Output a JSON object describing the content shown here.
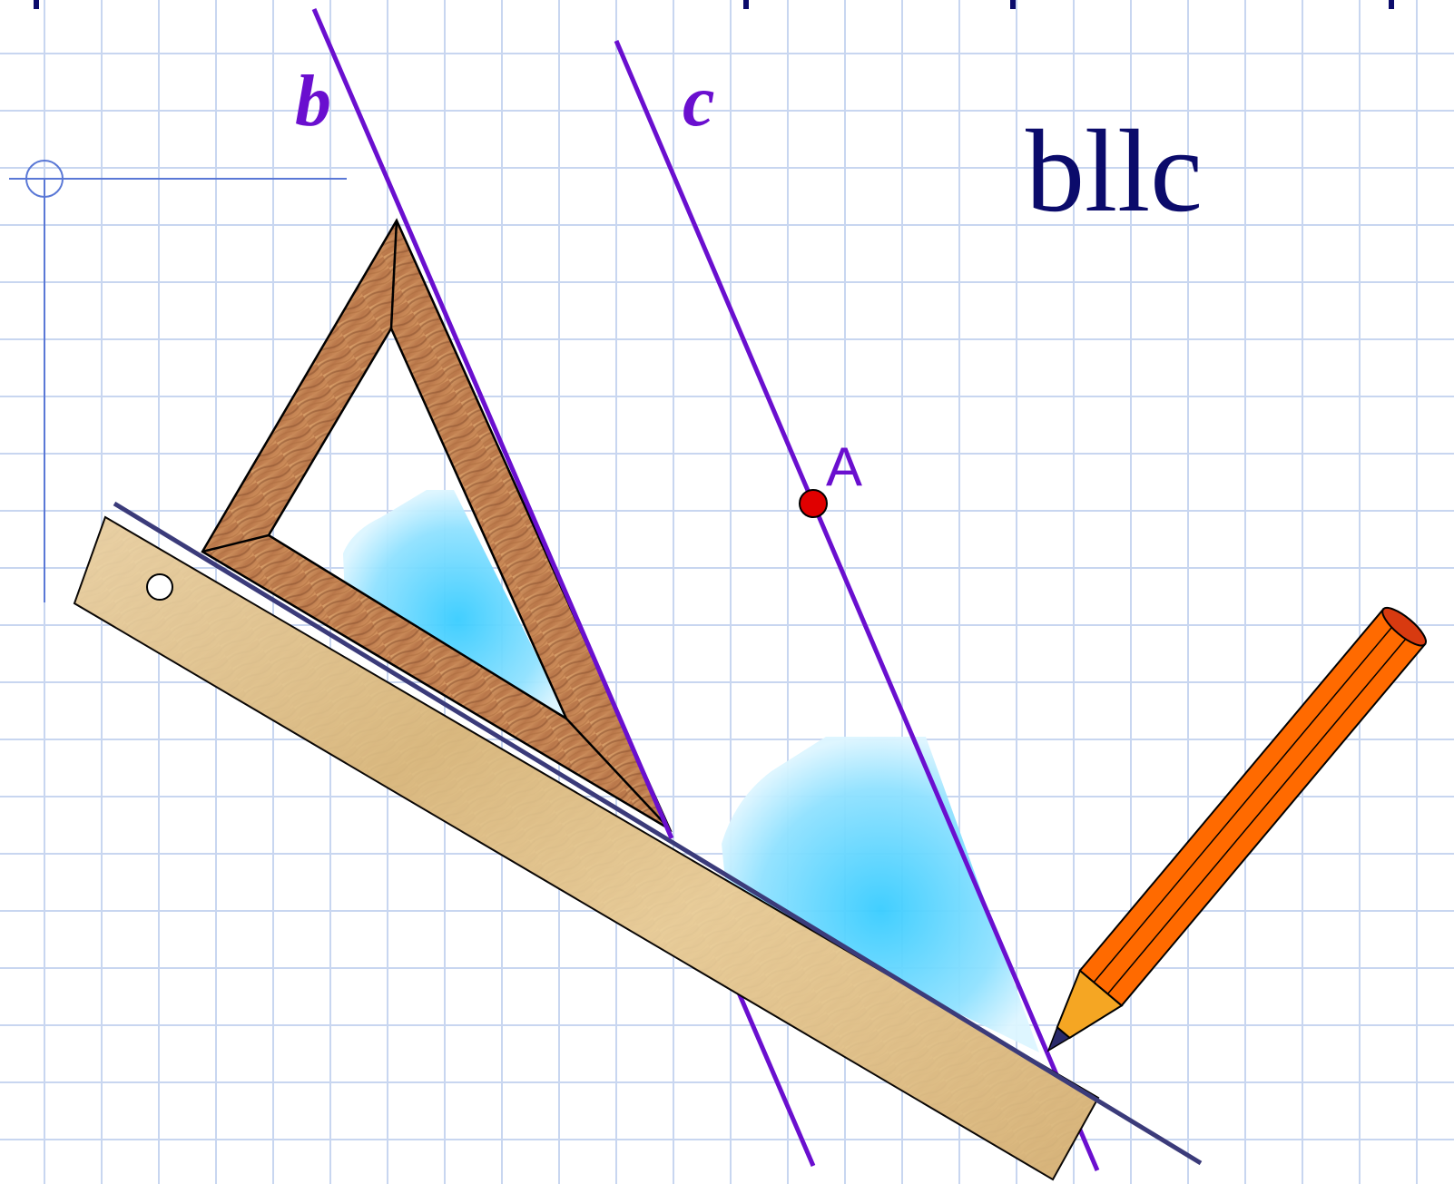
{
  "labels": {
    "line_b": "b",
    "line_c": "c",
    "point_a": "A",
    "relation": "bllc"
  },
  "colors": {
    "line": "#6a0fcf",
    "label": "#6a0fcf",
    "point": "#e00000",
    "relation_text": "#0b0b6b",
    "grid": "#c8d6f0",
    "ruler": "#e2c58f",
    "set_square": "#c98a54",
    "highlight": "#38ccff",
    "pencil": "#ff6a00",
    "pencil_wood": "#f5a623",
    "pencil_lead": "#2a2a6a"
  }
}
